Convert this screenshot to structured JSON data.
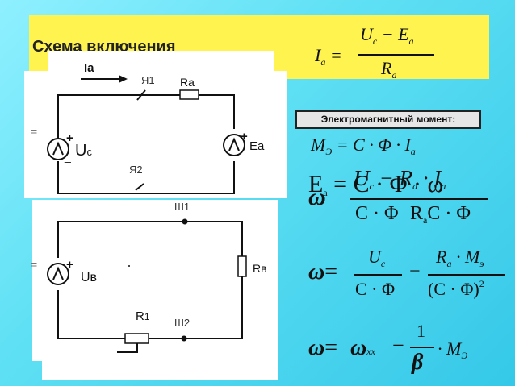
{
  "slide": {
    "heading": "Схема включения",
    "moment_label": "Электромагнитный момент:",
    "colors": {
      "background": "#5fe0f4",
      "banner": "#fff34f"
    }
  },
  "circuit": {
    "current": "Ia",
    "armature_brush_top": "Я1",
    "armature_brush_bottom": "Я2",
    "armature_resistor": "Ra",
    "source_voltage": "U",
    "source_voltage_sub": "c",
    "back_emf": "Ea",
    "field_terminal_top": "Ш1",
    "field_terminal_bottom": "Ш2",
    "field_voltage": "Uв",
    "field_resistor": "Rв",
    "field_rheostat": "R",
    "field_rheostat_sub": "1",
    "plus": "+",
    "minus": "_",
    "equals": "="
  },
  "formulas": {
    "current_eq": {
      "lhs": "I",
      "lhs_sub": "a",
      "num_u": "U",
      "num_u_sub": "c",
      "minus": " − ",
      "num_e": "E",
      "num_e_sub": "a",
      "den": "R",
      "den_sub": "a"
    },
    "moment_eq": {
      "text": "M",
      "sub": "Э",
      "rhs": " = C · Φ · I",
      "rhs_sub": "a"
    },
    "overlap_emf": {
      "lhs": "E",
      "lhs_sub": "a",
      "rhs": " = C · Φ · ω"
    },
    "overlap_speed": {
      "lhs": "ω",
      "num": "U",
      "num_sub": "c",
      "minus": " − ",
      "num2": "R",
      "num2_sub": "a",
      "num2_tail": " · I",
      "num2_tail_sub": "a",
      "den": "C · Φ"
    },
    "overlap_speed2": {
      "lhs": "ω",
      "eq": "=",
      "num": "U",
      "num_sub": "c",
      "den": "C · Φ",
      "minus": "−",
      "num2": "R",
      "num2_sub": "a",
      "den2": "C · Φ"
    },
    "speed_eq": {
      "lhs": "ω",
      "eq": "=",
      "num": "U",
      "num_sub": "c",
      "den": "C · Φ",
      "minus": "−",
      "num2": "R",
      "num2_sub": "a",
      "num2_tail": " · M",
      "num2_tail_sub": "э",
      "den2": "(C · Φ)",
      "den2_sup": "2"
    },
    "speed_final": {
      "lhs": "ω",
      "eq": "=",
      "w0": "ω",
      "w0_sub": "хх",
      "minus": "−",
      "frac_num": "1",
      "frac_den": "β",
      "tail": "· M",
      "tail_sub": "Э"
    }
  }
}
